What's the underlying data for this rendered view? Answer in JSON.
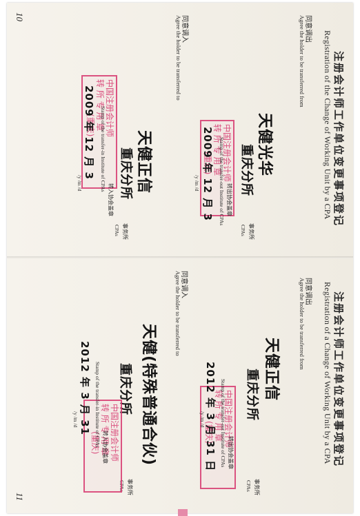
{
  "page_top": {
    "number": "10",
    "title_zh": "注册会计师工作单位变更事项登记",
    "title_en": "Registration of the Change of Working Unit by a CPA",
    "out_label_zh": "同意调出",
    "out_label_en": "Agree the holder to be transferred from",
    "out_firm": "天健光华",
    "out_city": "重庆分所",
    "office_zh": "事务所",
    "office_en": "CPAs",
    "out_stamp_zh": "转出协会盖章",
    "out_stamp_en": "Stamp of the transfer-out Institute of CPAs",
    "out_date": "2009 年 12 月 3",
    "date_units_en": "/y /m /d",
    "out_seal_lines": [
      "中国注册会计师",
      "转 所 专 用 章",
      "(重庆)"
    ],
    "in_label_zh": "同意调入",
    "in_label_en": "Agree the holder to be transferred to",
    "in_firm": "天健正信",
    "in_city": "重庆分所",
    "in_stamp_zh": "转入协会盖章",
    "in_stamp_en": "Stamp of the transfer-in Institute of CPAs",
    "in_date": "2009 年 12 月 3",
    "in_seal_lines": [
      "中国注册会计师",
      "转 所 专 用 章",
      "(重庆)"
    ]
  },
  "page_bottom": {
    "number": "11",
    "title_zh": "注册会计师工作单位变更事项登记",
    "title_en": "Registration of a Change of Working Unit by a CPA",
    "out_label_zh": "同意调出",
    "out_label_en": "Agree the holder to be transferred from",
    "out_firm": "天健正信",
    "out_city": "重庆分所",
    "office_zh": "事务所",
    "office_en": "CPAs",
    "out_stamp_zh": "转出协会盖章",
    "out_stamp_en": "Stamp of the transfer-out Institute of CPAs",
    "out_date": "2012 年 3 月 31 日",
    "date_units_en": "/y /m /d",
    "out_seal_lines": [
      "中国注册会计师",
      "转 所 专 用 章",
      "(重庆)"
    ],
    "in_label_zh": "同意调入",
    "in_label_en": "Agree the holder to be transferred to",
    "in_firm": "天健(特殊普通合伙)",
    "in_city": "重庆分所",
    "in_stamp_zh": "转入协会盖章",
    "in_stamp_en": "Stamp of the transfer-in Institute of CPAs",
    "in_date": "2012 年 3 月 31",
    "in_seal_lines": [
      "中国注册会计师",
      "转 所 专 用 章",
      "(重庆)"
    ]
  },
  "colors": {
    "seal": "#d6376e",
    "paper": "#f3f0e9",
    "ink": "#141414"
  }
}
